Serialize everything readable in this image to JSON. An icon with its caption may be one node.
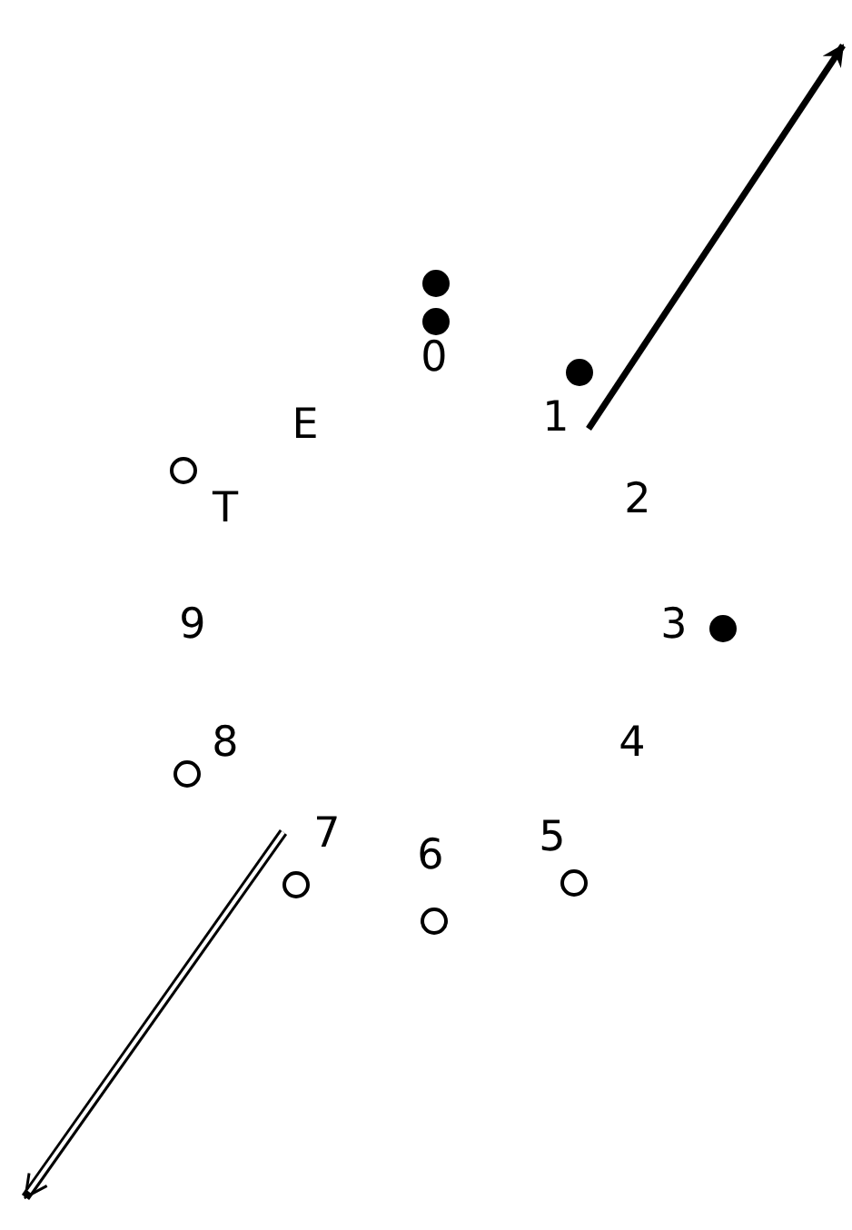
{
  "diagram": {
    "labels": [
      "0",
      "E",
      "1",
      "T",
      "2",
      "9",
      "3",
      "8",
      "4",
      "7",
      "5",
      "6"
    ]
  }
}
